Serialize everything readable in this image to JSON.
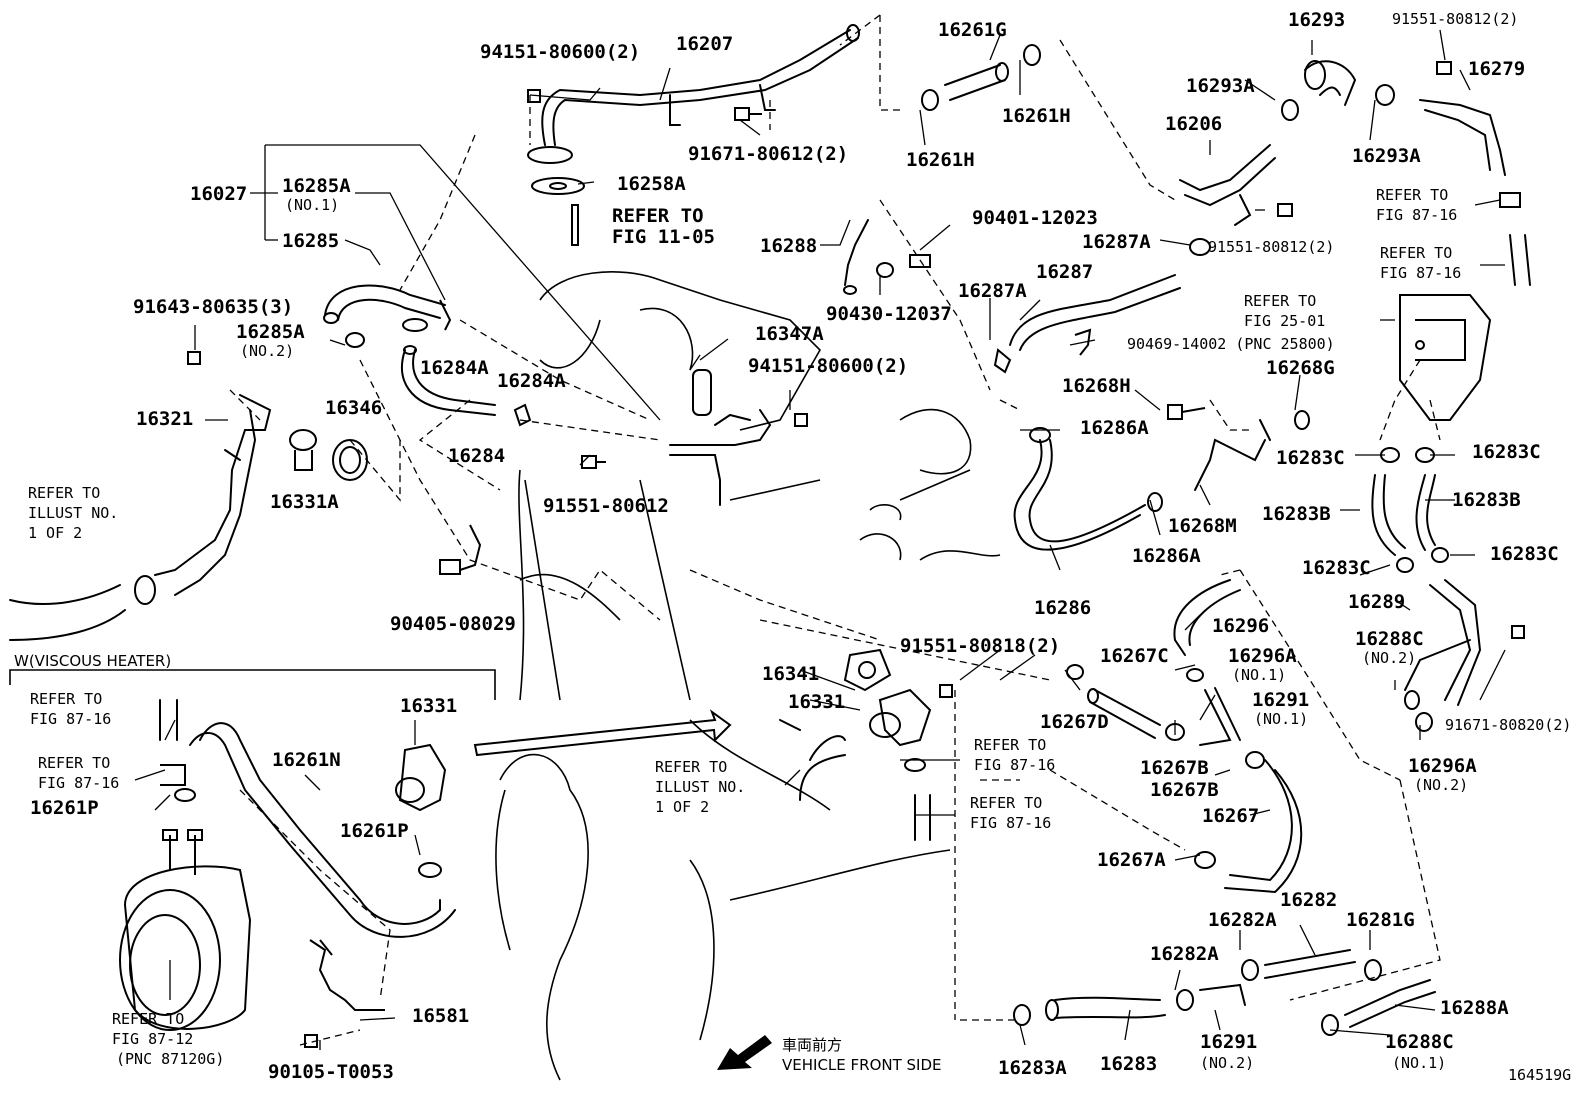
{
  "diagram_id": "164519G",
  "direction": {
    "jp": "車両前方",
    "en": "VEHICLE FRONT SIDE"
  },
  "section": "W(VISCOUS HEATER)",
  "labels": {
    "p94151_80600_2_top": "94151-80600(2)",
    "p16207": "16207",
    "p91671_80612_2": "91671-80612(2)",
    "p16258A": "16258A",
    "refer_fig_11_05": "REFER TO",
    "refer_fig_11_05_b": "FIG 11-05",
    "p16027": "16027",
    "p16285A_no1": "16285A",
    "p16285A_no1_sub": "(NO.1)",
    "p16285": "16285",
    "p91643_80635_3": "91643-80635(3)",
    "p16285A_no2": "16285A",
    "p16285A_no2_sub": "(NO.2)",
    "p16284A_a": "16284A",
    "p16284A_b": "16284A",
    "p16346": "16346",
    "p16321": "16321",
    "p16284": "16284",
    "p16331A": "16331A",
    "refer_illust_a1": "REFER TO",
    "refer_illust_a2": "ILLUST NO.",
    "refer_illust_a3": "1 OF 2",
    "p90405_08029": "90405-08029",
    "p91551_80612": "91551-80612",
    "p16347A": "16347A",
    "p94151_80600_2_mid": "94151-80600(2)",
    "p16261G": "16261G",
    "p16261H_a": "16261H",
    "p16261H_b": "16261H",
    "p16288": "16288",
    "p90401_12023": "90401-12023",
    "p90430_12037": "90430-12037",
    "p16287A_a": "16287A",
    "p16287": "16287",
    "p16287A_b": "16287A",
    "p90469_14002": "90469-14002 (PNC 25800)",
    "p16268H": "16268H",
    "p16268G": "16268G",
    "p16286A_a": "16286A",
    "p16268M": "16268M",
    "p16286A_b": "16286A",
    "p16286": "16286",
    "p16293": "16293",
    "p91551_80812_2_a": "91551-80812(2)",
    "p16293A_a": "16293A",
    "p16279": "16279",
    "p16206": "16206",
    "p16293A_b": "16293A",
    "refer_fig_87_16_a1": "REFER TO",
    "refer_fig_87_16_a2": "FIG 87-16",
    "p91551_80812_2_b": "91551-80812(2)",
    "refer_fig_87_16_b1": "REFER TO",
    "refer_fig_87_16_b2": "FIG 87-16",
    "refer_fig_25_01_a": "REFER TO",
    "refer_fig_25_01_b": "FIG 25-01",
    "p16283C_a": "16283C",
    "p16283C_b": "16283C",
    "p16283B_a": "16283B",
    "p16283B_b": "16283B",
    "p16283C_c": "16283C",
    "p16283C_d": "16283C",
    "p16289": "16289",
    "p16288C_no2": "16288C",
    "p16288C_no2_sub": "(NO.2)",
    "p91671_80820_2": "91671-80820(2)",
    "p16296A_no2": "16296A",
    "p16296A_no2_sub": "(NO.2)",
    "p16296": "16296",
    "p16296A_no1": "16296A",
    "p16296A_no1_sub": "(NO.1)",
    "p16267C": "16267C",
    "p16291_no1": "16291",
    "p16291_no1_sub": "(NO.1)",
    "p16267D": "16267D",
    "p16267B_a": "16267B",
    "p16267B_b": "16267B",
    "p16267": "16267",
    "p16267A": "16267A",
    "p91551_80818_2": "91551-80818(2)",
    "p16341": "16341",
    "p16331_mid": "16331",
    "refer_fig_87_16_c1": "REFER TO",
    "refer_fig_87_16_c2": "FIG 87-16",
    "refer_fig_87_16_d1": "REFER TO",
    "refer_fig_87_16_d2": "FIG 87-16",
    "refer_illust_b1": "REFER TO",
    "refer_illust_b2": "ILLUST NO.",
    "refer_illust_b3": "1 OF 2",
    "p16282": "16282",
    "p16282A_a": "16282A",
    "p16281G": "16281G",
    "p16282A_b": "16282A",
    "p16288A": "16288A",
    "p16283A": "16283A",
    "p16283": "16283",
    "p16291_no2": "16291",
    "p16291_no2_sub": "(NO.2)",
    "p16288C_no1": "16288C",
    "p16288C_no1_sub": "(NO.1)",
    "refer_fig_87_16_e1": "REFER TO",
    "refer_fig_87_16_e2": "FIG 87-16",
    "refer_fig_87_16_f1": "REFER TO",
    "refer_fig_87_16_f2": "FIG 87-16",
    "p16261P_a": "16261P",
    "p16261N": "16261N",
    "p16331_left": "16331",
    "p16261P_b": "16261P",
    "refer_fig_87_12_a": "REFER TO",
    "refer_fig_87_12_b": "FIG 87-12",
    "refer_fig_87_12_c": "(PNC 87120G)",
    "p16581": "16581",
    "p90105_T0053": "90105-T0053"
  }
}
